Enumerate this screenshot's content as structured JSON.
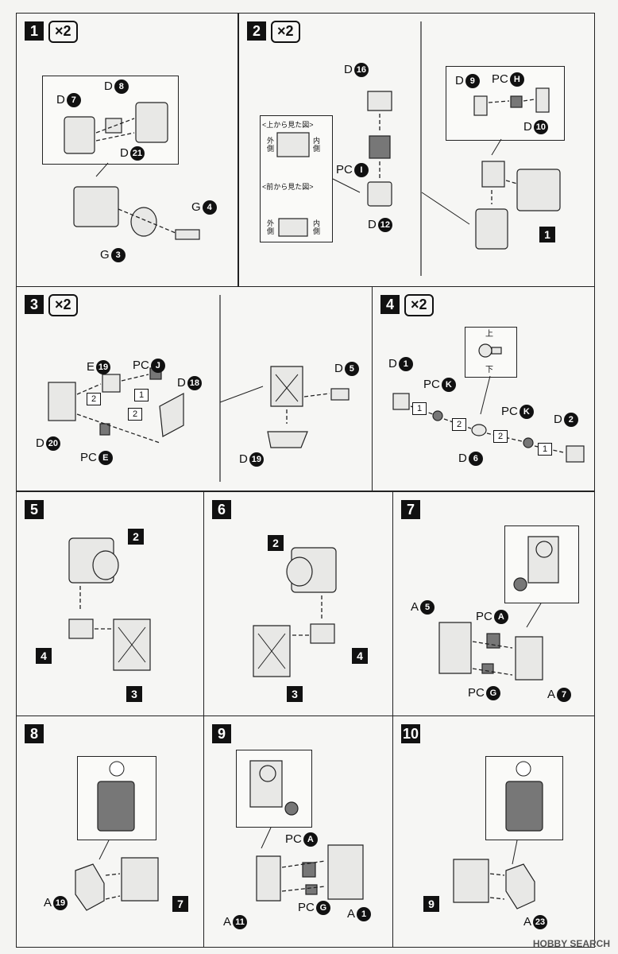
{
  "steps": [
    {
      "num": "1",
      "times": "×2",
      "labels": [
        "D",
        "8",
        "D",
        "7",
        "D",
        "21",
        "G",
        "4",
        "G",
        "3"
      ]
    },
    {
      "num": "2",
      "times": "×2",
      "labels": [
        "D",
        "16",
        "PC",
        "I",
        "D",
        "12",
        "D",
        "9",
        "PC",
        "H",
        "D",
        "10"
      ],
      "ref": "1",
      "inset": {
        "top_title": "<上から見た図>",
        "front_title": "<前から見た図>",
        "outer": "外側",
        "inner": "内側"
      }
    },
    {
      "num": "3",
      "times": "×2",
      "labels": [
        "E",
        "19",
        "PC",
        "J",
        "D",
        "18",
        "D",
        "20",
        "PC",
        "E",
        "D",
        "5",
        "D",
        "19"
      ]
    },
    {
      "num": "4",
      "times": "×2",
      "labels": [
        "D",
        "1",
        "PC",
        "K",
        "D",
        "6",
        "PC",
        "K",
        "D",
        "2"
      ],
      "up": "上",
      "down": "下"
    },
    {
      "num": "5",
      "refs": [
        "2",
        "4",
        "3"
      ]
    },
    {
      "num": "6",
      "refs": [
        "2",
        "4",
        "3"
      ]
    },
    {
      "num": "7",
      "labels": [
        "A",
        "5",
        "PC",
        "A",
        "PC",
        "G",
        "A",
        "7"
      ]
    },
    {
      "num": "8",
      "labels": [
        "A",
        "19"
      ],
      "refs": [
        "7"
      ]
    },
    {
      "num": "9",
      "labels": [
        "PC",
        "A",
        "A",
        "11",
        "PC",
        "G",
        "A",
        "1"
      ]
    },
    {
      "num": "10",
      "labels": [
        "A",
        "23"
      ],
      "refs": [
        "9"
      ]
    }
  ],
  "sub": {
    "one": "1",
    "two": "2"
  },
  "watermark": "HOBBY SEARCH"
}
